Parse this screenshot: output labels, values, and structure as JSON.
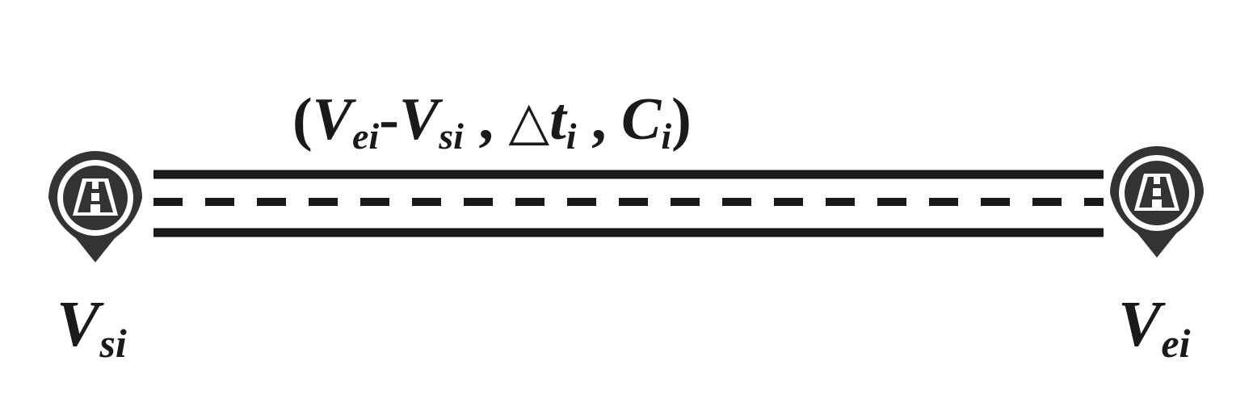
{
  "edge_label": {
    "open": "(",
    "v1": "V",
    "v1_sub": "ei",
    "minus": "-",
    "v2": "V",
    "v2_sub": "si",
    "sep1": " , ",
    "delta": "△",
    "t": "t",
    "t_sub": "i",
    "sep2": " , ",
    "c": "C",
    "c_sub": "i",
    "close": ")"
  },
  "start_node": {
    "symbol": "V",
    "subscript": "si",
    "icon": "highway-location-pin-icon"
  },
  "end_node": {
    "symbol": "V",
    "subscript": "ei",
    "icon": "highway-location-pin-icon"
  },
  "colors": {
    "ink": "#1a1a1a",
    "pin_fill": "#333333",
    "background": "#ffffff"
  }
}
